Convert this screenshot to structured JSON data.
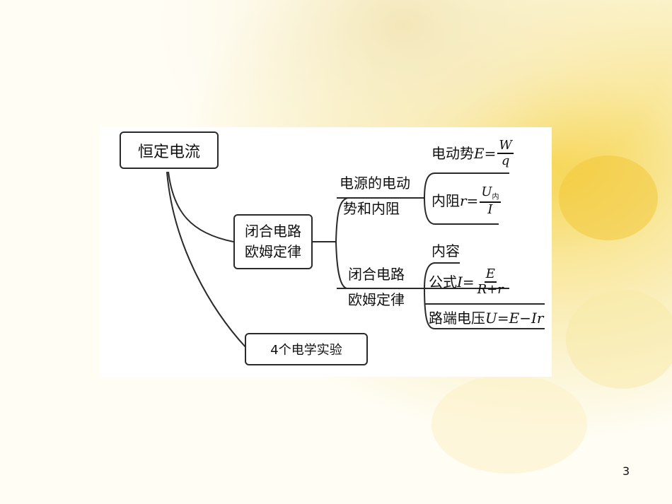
{
  "root": "恒定电流",
  "branch_main": "闭合电路欧姆定律",
  "branch_main_l1": "闭合电路",
  "branch_main_l2": "欧姆定律",
  "branch_exp": "4个电学实验",
  "emf": {
    "l1": "电源的电动",
    "l2": "势和内阻"
  },
  "emf_formula": {
    "label": "电动势",
    "lhs": "E=",
    "num": "W",
    "den": "q"
  },
  "inner_formula": {
    "label": "内阻",
    "lhs": "r=",
    "num_main": "U",
    "num_sub": "内",
    "den": "I"
  },
  "law": {
    "l1": "闭合电路",
    "l2": "欧姆定律"
  },
  "law_content": "内容",
  "law_formula": {
    "label": "公式",
    "lhs": "I=",
    "num": "E",
    "den": "R+r"
  },
  "terminal": {
    "label": "路端电压",
    "expr": "U=E−Ir"
  },
  "page_number": "3",
  "colors": {
    "line": "#2a2a2a",
    "panel": "#ffffff",
    "bg_flower": "#f7e37a"
  }
}
